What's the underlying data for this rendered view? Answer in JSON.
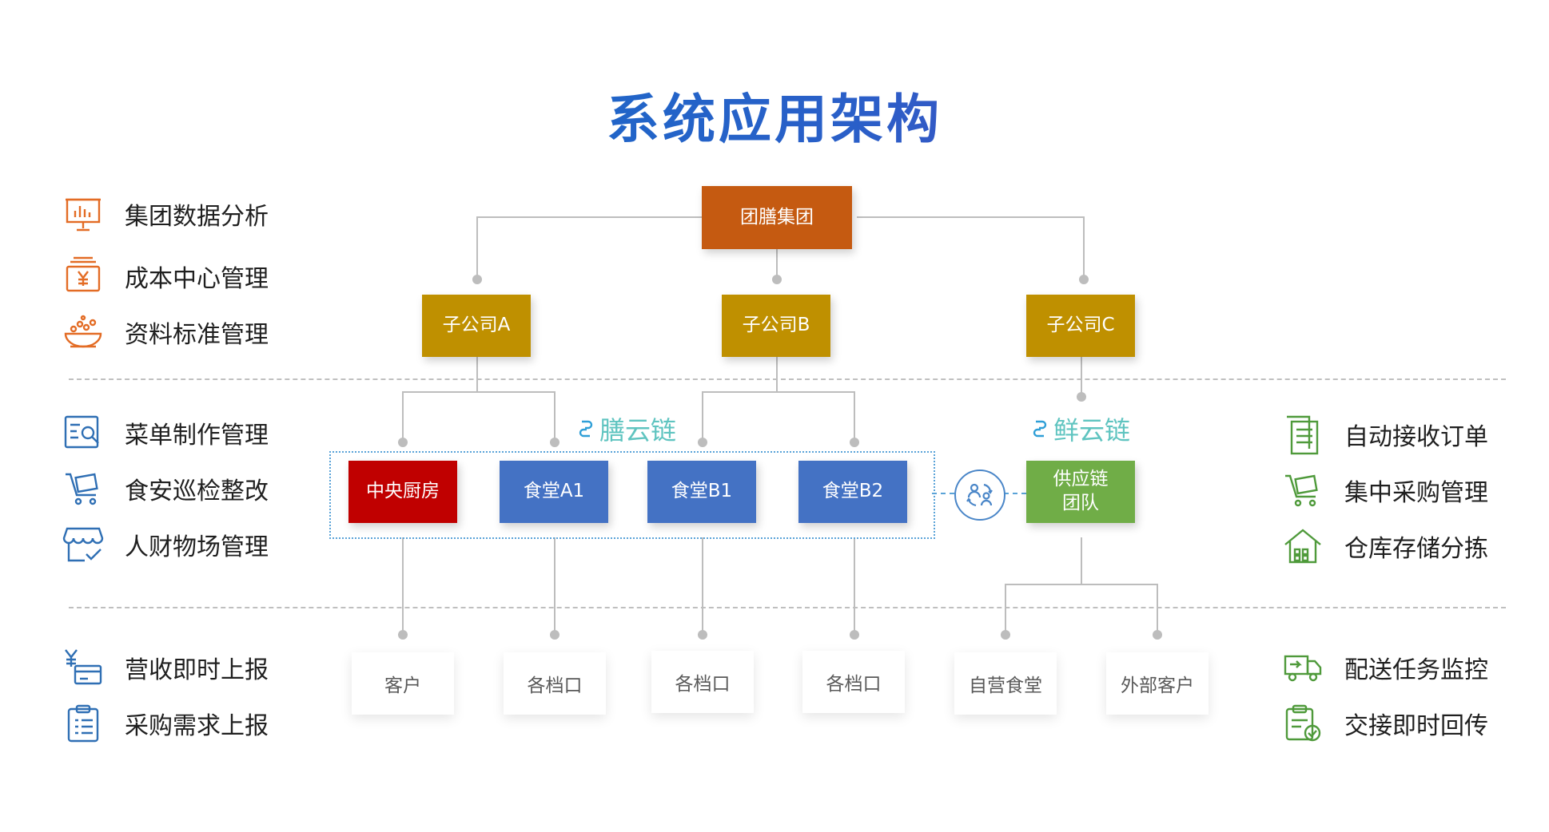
{
  "title": "系统应用架构",
  "org": {
    "root": "团膳集团",
    "subsidiaries": [
      "子公司A",
      "子公司B",
      "子公司C"
    ],
    "units": [
      "中央厨房",
      "食堂A1",
      "食堂B1",
      "食堂B2"
    ],
    "supply_team": "供应链\n团队",
    "endpoints": [
      "客户",
      "各档口",
      "各档口",
      "各档口",
      "自营食堂",
      "外部客户"
    ]
  },
  "brands": {
    "left": "膳云链",
    "right": "鲜云链"
  },
  "features_left": {
    "group": [
      "集团数据分析",
      "成本中心管理",
      "资料标准管理"
    ],
    "unit": [
      "菜单制作管理",
      "食安巡检整改",
      "人财物场管理"
    ],
    "endpoint": [
      "营收即时上报",
      "采购需求上报"
    ]
  },
  "features_right": {
    "unit": [
      "自动接收订单",
      "集中采购管理",
      "仓库存储分拣"
    ],
    "endpoint": [
      "配送任务监控",
      "交接即时回传"
    ]
  },
  "icons": {
    "left": [
      "dashboard-chart-icon",
      "yen-money-icon",
      "food-bowl-icon",
      "menu-search-icon",
      "cart-icon",
      "store-check-icon",
      "yen-card-icon",
      "clipboard-list-icon"
    ],
    "right": [
      "document-list-icon",
      "cart-icon",
      "warehouse-icon",
      "delivery-truck-icon",
      "clipboard-check-icon"
    ]
  },
  "colors": {
    "root": "#c55a11",
    "subsidiary": "#bf9000",
    "central_kitchen": "#c00000",
    "canteen": "#4472c4",
    "supply": "#70ad47",
    "left_icons": "#e36c25",
    "left_icons_blue": "#2f6fb4",
    "right_icons": "#4f9a3b"
  }
}
